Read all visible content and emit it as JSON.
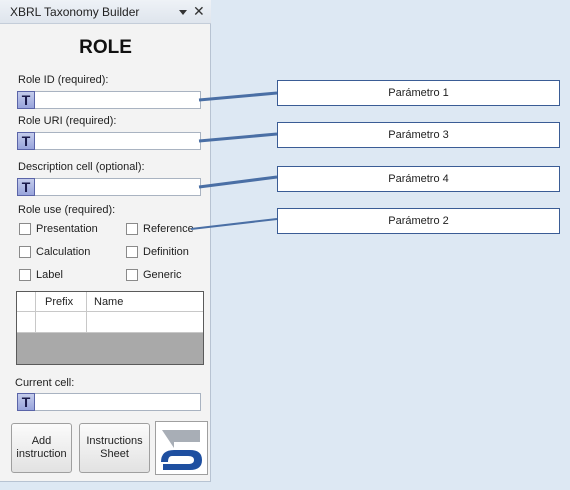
{
  "pane": {
    "title": "XBRL Taxonomy Builder",
    "page_title": "ROLE"
  },
  "fields": [
    {
      "label": "Role ID (required):",
      "icon": "T",
      "value": ""
    },
    {
      "label": "Role URI (required):",
      "icon": "T",
      "value": ""
    },
    {
      "label": "Description cell (optional):",
      "icon": "T",
      "value": ""
    }
  ],
  "role_use": {
    "label": "Role use (required):",
    "options": [
      {
        "label": "Presentation",
        "checked": false
      },
      {
        "label": "Reference",
        "checked": false
      },
      {
        "label": "Calculation",
        "checked": false
      },
      {
        "label": "Definition",
        "checked": false
      },
      {
        "label": "Label",
        "checked": false
      },
      {
        "label": "Generic",
        "checked": false
      }
    ]
  },
  "grid": {
    "columns": [
      "Prefix",
      "Name"
    ]
  },
  "current_cell": {
    "label": "Current cell:",
    "icon": "T",
    "value": ""
  },
  "buttons": {
    "add_instruction": [
      "Add",
      "instruction"
    ],
    "instructions_sheet": [
      "Instructions",
      "Sheet"
    ]
  },
  "callouts": [
    "Parámetro 1",
    "Parámetro 3",
    "Parámetro 4",
    "Parámetro 2"
  ],
  "colors": {
    "background": "#dde8f3",
    "callout_border": "#3a5c95",
    "connector_line": "#4a6fa5",
    "logo_blue": "#1e4fa0",
    "logo_gray": "#a8aeb6"
  }
}
